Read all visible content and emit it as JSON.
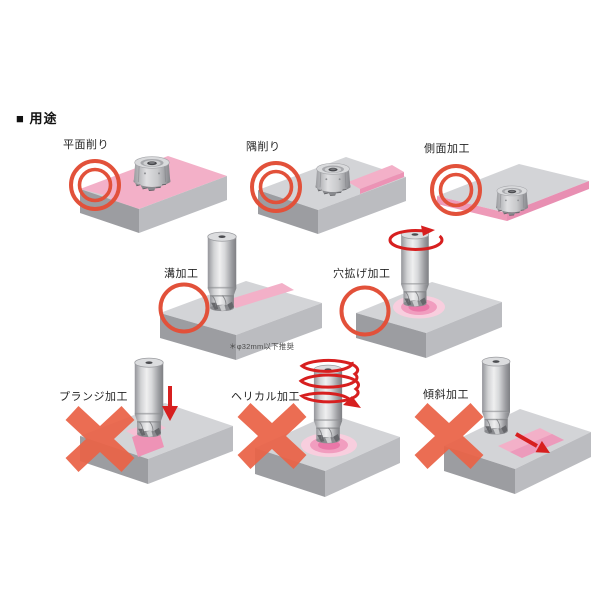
{
  "header": {
    "bullet": "■",
    "title": "用途"
  },
  "note": "＊φ32mm以下推奨",
  "colors": {
    "recommended_mark": "#e2513a",
    "not_recommended_mark": "#ea6347",
    "motion_arrow": "#d71f1f",
    "machined_surface_pink": "#f3b0c8",
    "workpiece_gray": "#d3d4d7"
  },
  "cells": [
    {
      "label": "平面削り",
      "grade": "double-circle",
      "operation": "face-milling"
    },
    {
      "label": "隅削り",
      "grade": "double-circle",
      "operation": "shoulder-milling"
    },
    {
      "label": "側面加工",
      "grade": "double-circle",
      "operation": "side-milling"
    },
    {
      "label": "溝加工",
      "grade": "single-circle",
      "operation": "slot-milling"
    },
    {
      "label": "穴拡げ加工",
      "grade": "single-circle",
      "operation": "hole-enlarging"
    },
    {
      "label": "プランジ加工",
      "grade": "cross",
      "operation": "plunge-milling"
    },
    {
      "label": "ヘリカル加工",
      "grade": "cross",
      "operation": "helical-milling"
    },
    {
      "label": "傾斜加工",
      "grade": "cross",
      "operation": "ramp-milling"
    }
  ]
}
